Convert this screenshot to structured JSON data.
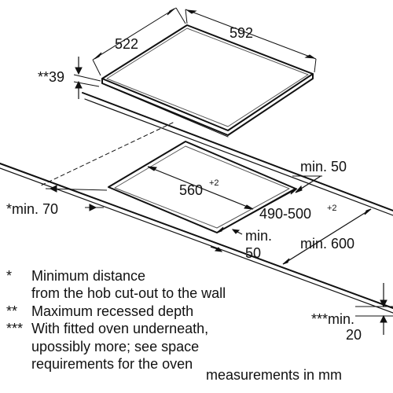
{
  "diagram": {
    "hob": {
      "depth": "522",
      "width": "592",
      "height_dim": "**39"
    },
    "cutout": {
      "width": "560",
      "width_tol": "+2",
      "depth": "490-500",
      "depth_tol": "+2",
      "front_min_a": "min.",
      "front_min_b": "50"
    },
    "clearances": {
      "rear": "min. 50",
      "side_wall": "*min. 70",
      "front_edge": "min. 600",
      "worktop_a": "***min.",
      "worktop_b": "20"
    }
  },
  "legend": {
    "items": [
      {
        "symbol": "*",
        "text": "Minimum distance",
        "continuation": "from the hob cut-out to the wall"
      },
      {
        "symbol": "**",
        "text": "Maximum recessed depth",
        "continuation": ""
      },
      {
        "symbol": "***",
        "text": "With fitted oven underneath,",
        "continuation": "upossibly more; see space"
      },
      {
        "symbol": "",
        "text": "",
        "continuation": "requirements for the oven"
      }
    ],
    "units": "measurements in mm"
  }
}
